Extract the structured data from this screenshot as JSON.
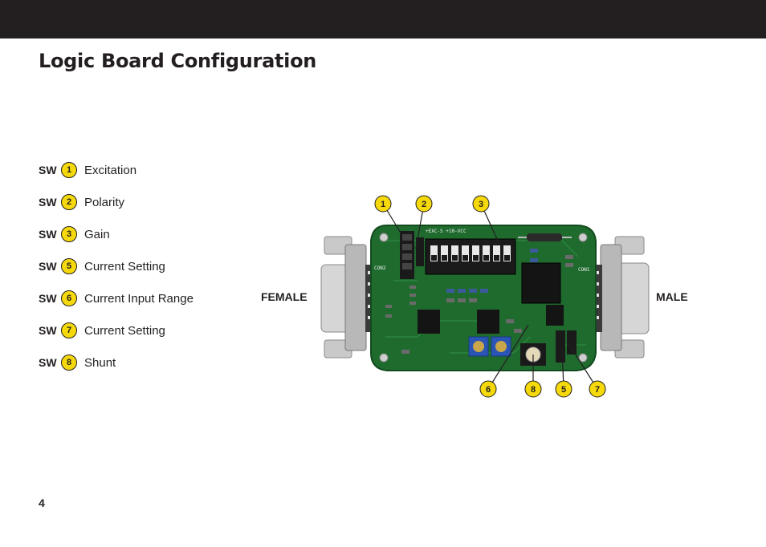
{
  "header": {
    "bar_color": "#231f20"
  },
  "page_title": "Logic Board Configuration",
  "legend": {
    "prefix": "SW",
    "items": [
      {
        "num": "1",
        "label": "Excitation"
      },
      {
        "num": "2",
        "label": "Polarity"
      },
      {
        "num": "3",
        "label": "Gain"
      },
      {
        "num": "5",
        "label": "Current Setting"
      },
      {
        "num": "6",
        "label": "Current Input Range"
      },
      {
        "num": "7",
        "label": "Current Setting"
      },
      {
        "num": "8",
        "label": "Shunt"
      }
    ]
  },
  "figure": {
    "female_label": "FEMALE",
    "male_label": "MALE",
    "callouts_top": [
      "1",
      "2",
      "3"
    ],
    "callouts_bottom": [
      "6",
      "8",
      "5",
      "7"
    ],
    "badge_color": "#f5d90a",
    "board_color": "#1f6b2e"
  },
  "page_number": "4"
}
